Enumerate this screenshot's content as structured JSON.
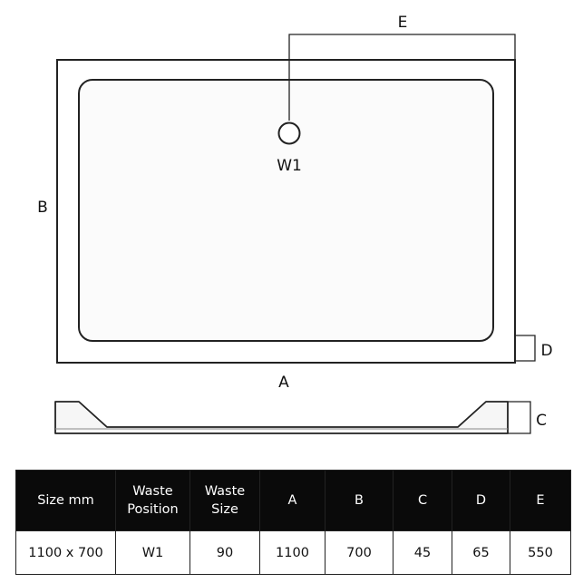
{
  "labels": {
    "e": "E",
    "w1": "W1",
    "b": "B",
    "a": "A",
    "d": "D",
    "c": "C"
  },
  "table": {
    "headers": [
      "Size mm",
      "Waste\nPosition",
      "Waste\nSize",
      "A",
      "B",
      "C",
      "D",
      "E"
    ],
    "row": [
      "1100 x 700",
      "W1",
      "90",
      "1100",
      "700",
      "45",
      "65",
      "550"
    ]
  },
  "colors": {
    "line": "#222222",
    "tray_fill": "#ffffff",
    "inner_fill": "#fbfbfb",
    "header_bg": "#0a0a0a",
    "header_text": "#ffffff"
  }
}
